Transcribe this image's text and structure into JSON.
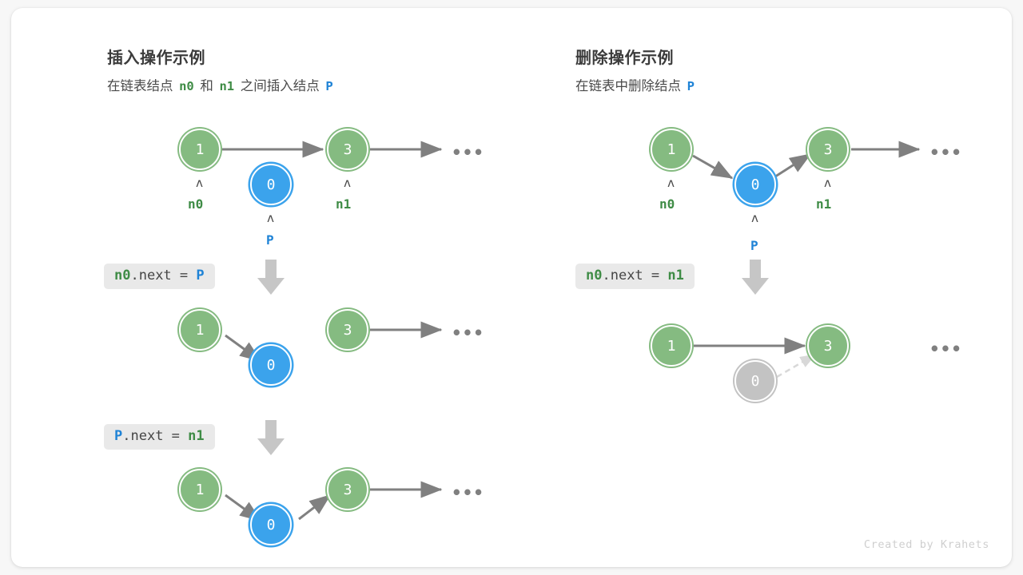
{
  "theme": {
    "node_green": "#85bb81",
    "node_blue": "#3ba3ec",
    "node_gray": "#c3c3c3",
    "arrow_gray": "#808080",
    "chip_bg": "#e9e9e9",
    "label_green": "#3f8c46",
    "label_blue": "#1f83d6",
    "card_bg": "#ffffff",
    "page_bg": "#f7f7f7"
  },
  "panels": {
    "insert": {
      "title": "插入操作示例",
      "subtitle": {
        "part1": "在链表结点",
        "var1": "n0",
        "part2": "和",
        "var2": "n1",
        "part3": "之间插入结点",
        "var3": "P"
      },
      "steps": [
        {
          "nodes": [
            {
              "value": "1",
              "color": "green",
              "pointer": "n0",
              "pointer_color": "green"
            },
            {
              "value": "0",
              "color": "blue",
              "pointer": "P",
              "pointer_color": "blue"
            },
            {
              "value": "3",
              "color": "green",
              "pointer": "n1",
              "pointer_color": "green"
            }
          ],
          "ellipsis": "•••"
        },
        {
          "code": "n0.next = P",
          "code_tokens": [
            {
              "text": "n0",
              "style": "green"
            },
            {
              "text": ".next = ",
              "style": "plain"
            },
            {
              "text": "P",
              "style": "blue"
            }
          ],
          "nodes": [
            {
              "value": "1",
              "color": "green"
            },
            {
              "value": "0",
              "color": "blue"
            },
            {
              "value": "3",
              "color": "green"
            }
          ],
          "ellipsis": "•••"
        },
        {
          "code": "P.next = n1",
          "code_tokens": [
            {
              "text": "P",
              "style": "blue"
            },
            {
              "text": ".next = ",
              "style": "plain"
            },
            {
              "text": "n1",
              "style": "green"
            }
          ],
          "nodes": [
            {
              "value": "1",
              "color": "green"
            },
            {
              "value": "0",
              "color": "blue"
            },
            {
              "value": "3",
              "color": "green"
            }
          ],
          "ellipsis": "•••"
        }
      ]
    },
    "delete": {
      "title": "删除操作示例",
      "subtitle": {
        "part1": "在链表中删除结点",
        "var1": "P"
      },
      "steps": [
        {
          "nodes": [
            {
              "value": "1",
              "color": "green",
              "pointer": "n0",
              "pointer_color": "green"
            },
            {
              "value": "0",
              "color": "blue",
              "pointer": "P",
              "pointer_color": "blue"
            },
            {
              "value": "3",
              "color": "green",
              "pointer": "n1",
              "pointer_color": "green"
            }
          ],
          "ellipsis": "•••"
        },
        {
          "code": "n0.next = n1",
          "code_tokens": [
            {
              "text": "n0",
              "style": "green"
            },
            {
              "text": ".next = ",
              "style": "plain"
            },
            {
              "text": "n1",
              "style": "green"
            }
          ],
          "nodes": [
            {
              "value": "1",
              "color": "green"
            },
            {
              "value": "0",
              "color": "gray"
            },
            {
              "value": "3",
              "color": "green"
            }
          ],
          "ellipsis": "•••"
        }
      ]
    }
  },
  "caret_glyph": "ʌ",
  "credit": "Created by Krahets"
}
